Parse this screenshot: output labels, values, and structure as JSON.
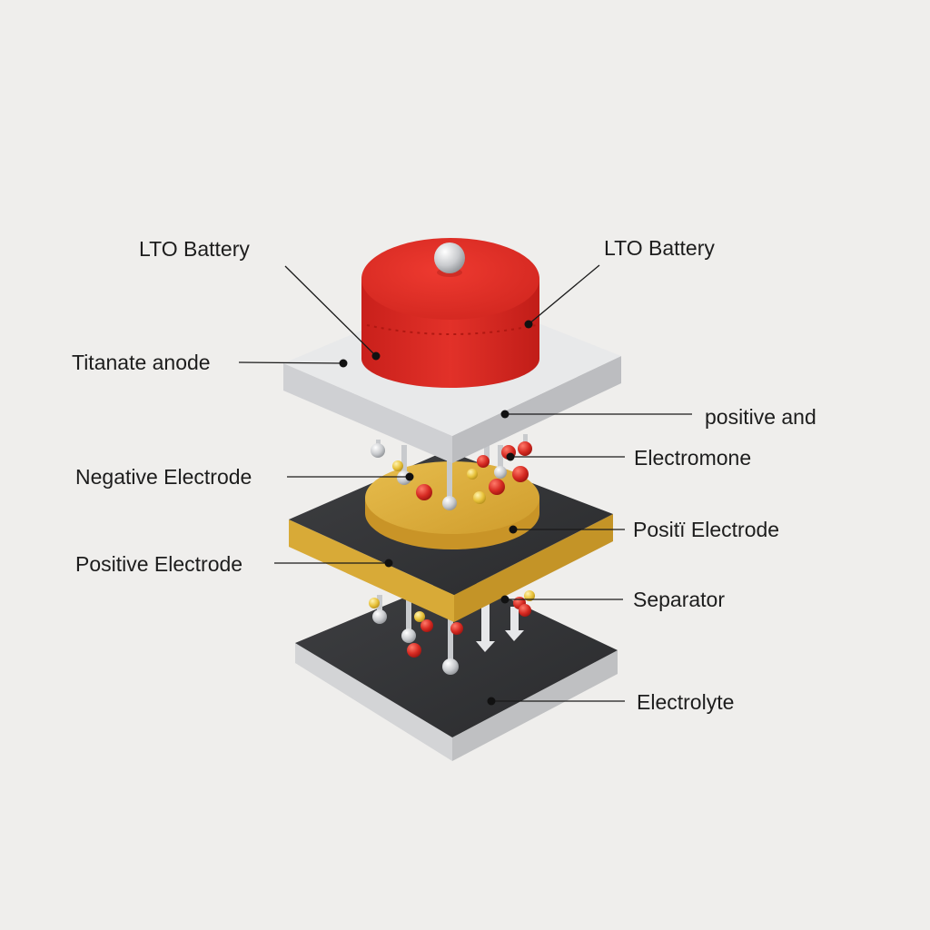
{
  "labels": {
    "lto_battery_left": "LTO Battery",
    "lto_battery_right": "LTO Battery",
    "titanate_anode": "Titanate anode",
    "positive_and": "positive and",
    "electromone": "Electromone",
    "negative_electrode": "Negative Electrode",
    "posite_electrode": "Positї Electrode",
    "positive_electrode": "Positive Electrode",
    "separator": "Separator",
    "electrolyte": "Electrolyte"
  },
  "colors": {
    "background": "#efeeec",
    "cap_red": "#dd2b24",
    "anode_plate": "#e9e9ea",
    "electrode_gold": "#d9ab3a",
    "separator_dark": "#2f3032",
    "base_grey": "#cfd0d2",
    "ion_red": "#d22a22",
    "ion_silver": "#d4d6d9",
    "ion_yellow": "#e7c23c"
  }
}
